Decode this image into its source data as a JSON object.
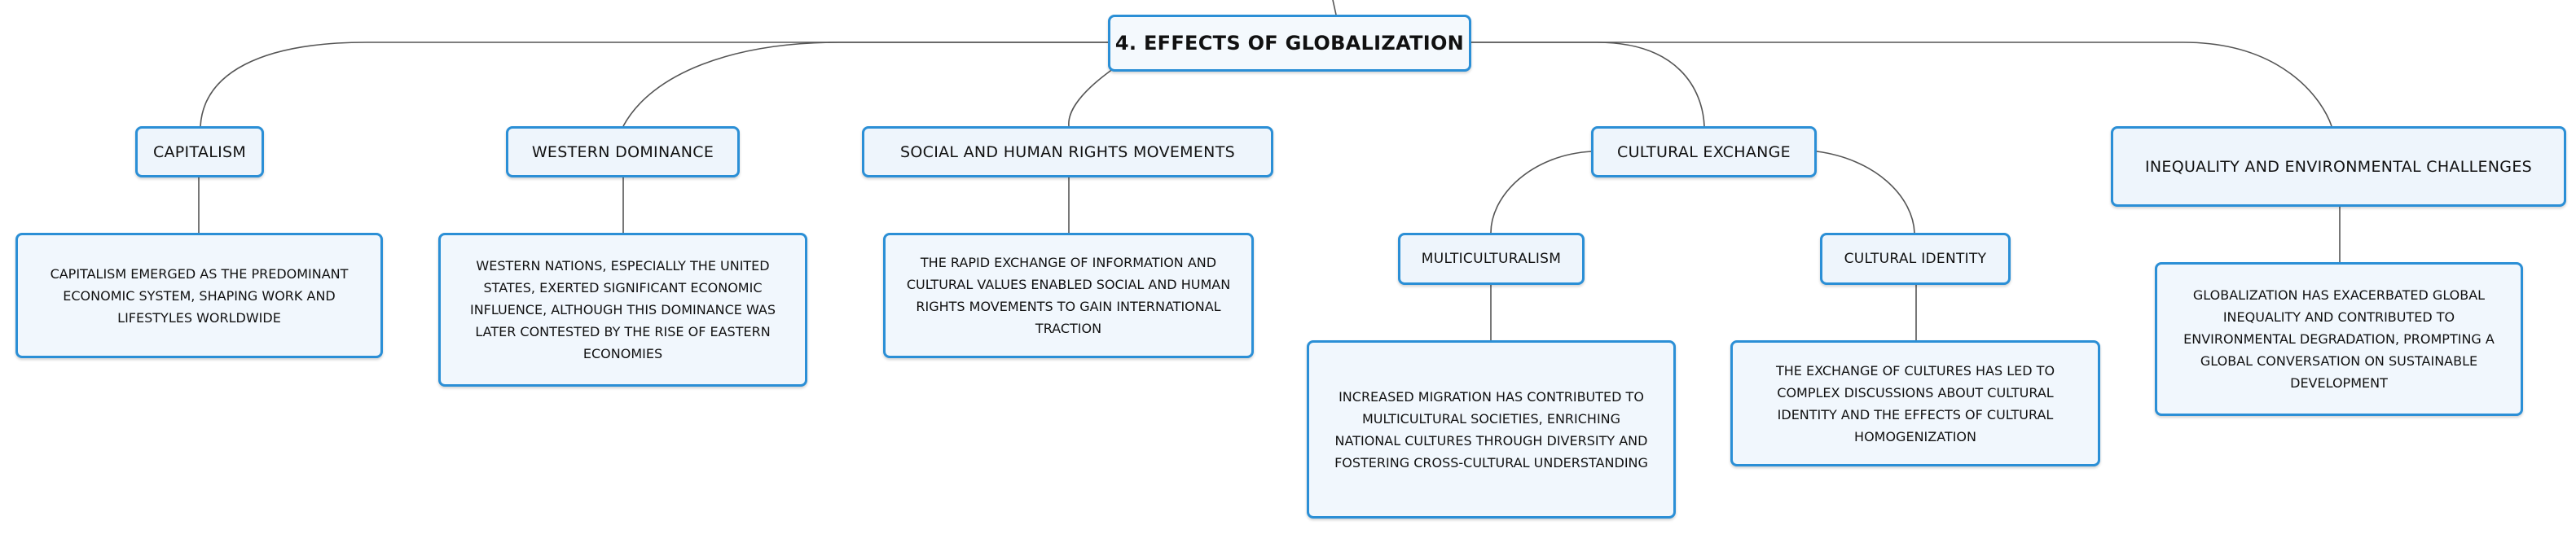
{
  "root": {
    "title": "4. EFFECTS OF GLOBALIZATION"
  },
  "topics": [
    {
      "label": "CAPITALISM",
      "description": "CAPITALISM EMERGED AS THE PREDOMINANT ECONOMIC SYSTEM, SHAPING WORK AND LIFESTYLES WORLDWIDE"
    },
    {
      "label": "WESTERN DOMINANCE",
      "description": "WESTERN NATIONS, ESPECIALLY THE UNITED STATES, EXERTED SIGNIFICANT ECONOMIC INFLUENCE, ALTHOUGH THIS DOMINANCE WAS LATER CONTESTED BY THE RISE OF EASTERN ECONOMIES"
    },
    {
      "label": "SOCIAL AND HUMAN RIGHTS MOVEMENTS",
      "description": "THE RAPID EXCHANGE OF INFORMATION AND CULTURAL VALUES ENABLED SOCIAL AND HUMAN RIGHTS MOVEMENTS TO GAIN INTERNATIONAL TRACTION"
    },
    {
      "label": "CULTURAL EXCHANGE",
      "subtopics": [
        {
          "label": "MULTICULTURALISM",
          "description": "INCREASED MIGRATION HAS CONTRIBUTED TO MULTICULTURAL SOCIETIES, ENRICHING NATIONAL CULTURES THROUGH DIVERSITY AND FOSTERING CROSS-CULTURAL UNDERSTANDING"
        },
        {
          "label": "CULTURAL IDENTITY",
          "description": "THE EXCHANGE OF CULTURES HAS LED TO COMPLEX DISCUSSIONS ABOUT CULTURAL IDENTITY AND THE EFFECTS OF CULTURAL HOMOGENIZATION"
        }
      ]
    },
    {
      "label": "INEQUALITY AND ENVIRONMENTAL CHALLENGES",
      "description": "GLOBALIZATION HAS EXACERBATED GLOBAL INEQUALITY AND CONTRIBUTED TO ENVIRONMENTAL DEGRADATION, PROMPTING A GLOBAL CONVERSATION ON SUSTAINABLE DEVELOPMENT"
    }
  ]
}
